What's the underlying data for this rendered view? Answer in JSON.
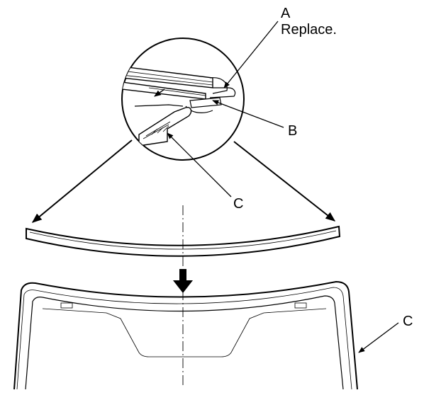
{
  "labels": {
    "a_letter": "A",
    "a_note": "Replace.",
    "b_letter": "B",
    "c_letter_detail": "C",
    "c_letter_glass": "C"
  },
  "colors": {
    "ink": "#000000",
    "paper": "#ffffff"
  }
}
